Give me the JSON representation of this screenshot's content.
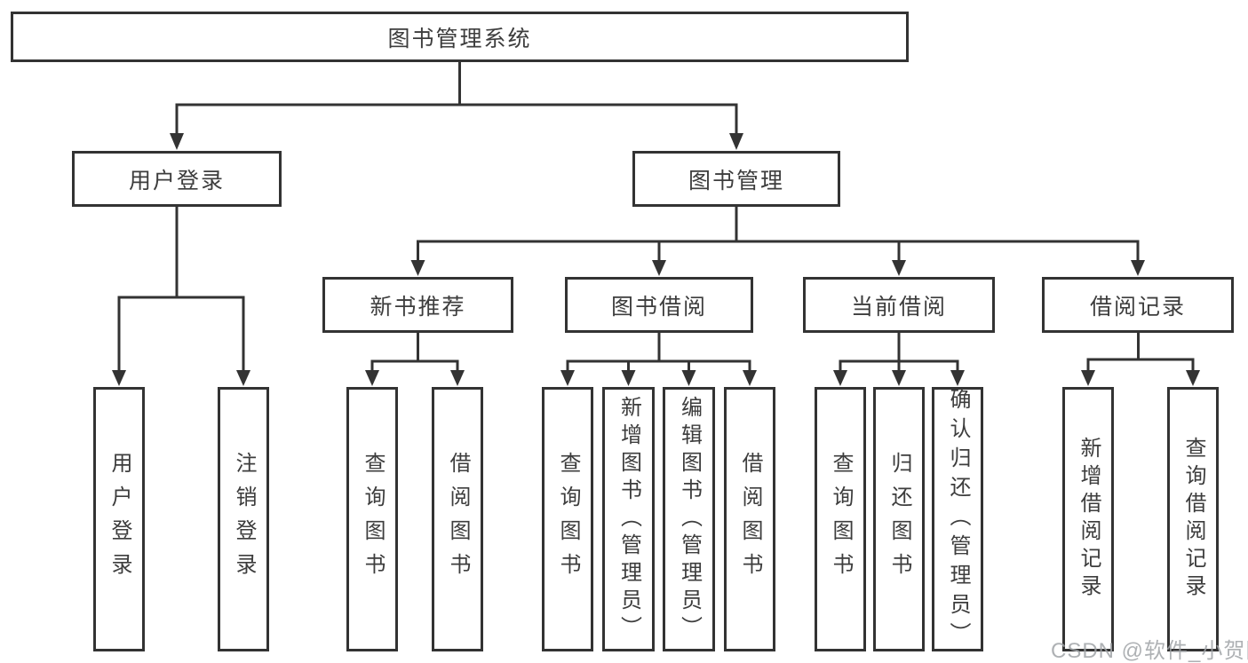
{
  "diagram": {
    "root": {
      "label": "图书管理系统"
    },
    "level2": [
      {
        "label": "用户登录"
      },
      {
        "label": "图书管理"
      }
    ],
    "level3": [
      {
        "label": "新书推荐"
      },
      {
        "label": "图书借阅"
      },
      {
        "label": "当前借阅"
      },
      {
        "label": "借阅记录"
      }
    ],
    "leaves": {
      "user_login": [
        {
          "label": "用户登录"
        },
        {
          "label": "注销登录"
        }
      ],
      "new_book": [
        {
          "label": "查询图书"
        },
        {
          "label": "借阅图书"
        }
      ],
      "book_borrow": [
        {
          "label": "查询图书"
        },
        {
          "label": "新增图书（管理员）"
        },
        {
          "label": "编辑图书（管理员）"
        },
        {
          "label": "借阅图书"
        }
      ],
      "current_borrow": [
        {
          "label": "查询图书"
        },
        {
          "label": "归还图书"
        },
        {
          "label": "确认归还（管理员）"
        }
      ],
      "borrow_records": [
        {
          "label": "新增借阅记录"
        },
        {
          "label": "查询借阅记录"
        }
      ]
    }
  },
  "watermark": {
    "text": "CSDN @软件_小贺同学"
  },
  "colors": {
    "line": "#333333",
    "text": "#3d3d3d",
    "box_fill": "#ffffff",
    "watermark": "#a0a3a7",
    "background": "#ffffff"
  }
}
